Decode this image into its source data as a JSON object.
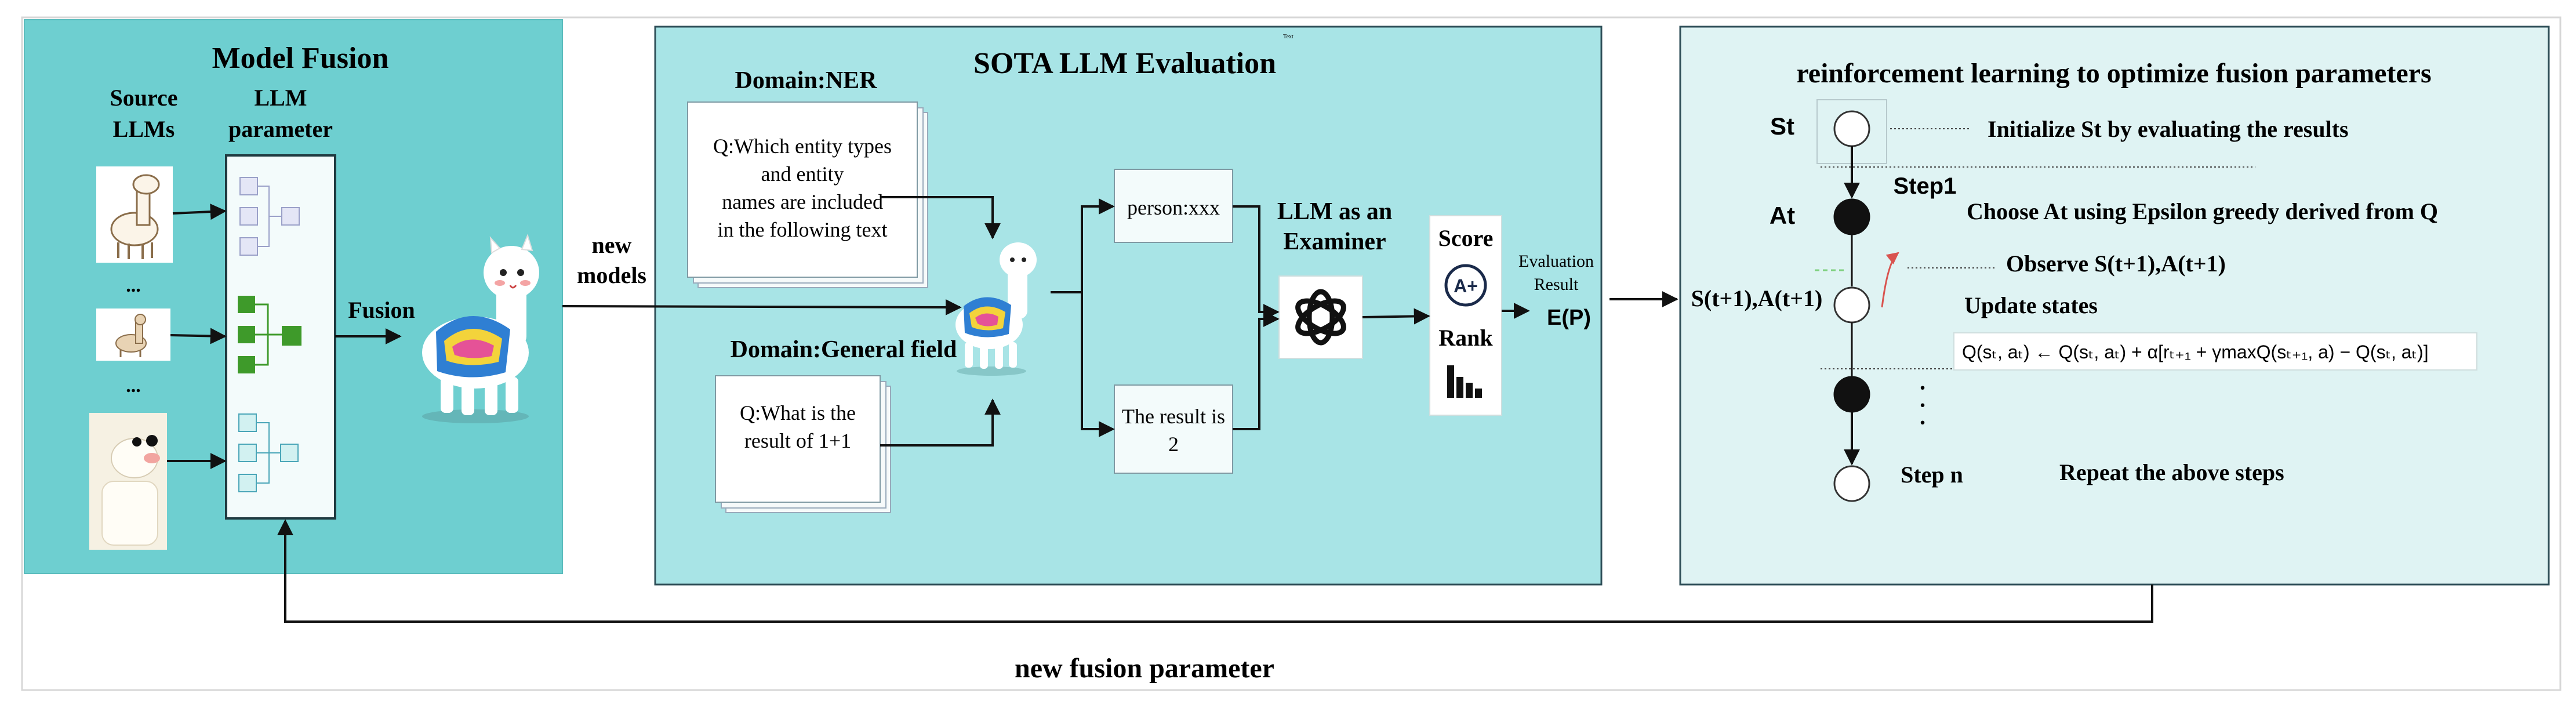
{
  "colors": {
    "panel_fusion": "#6ecfd0",
    "panel_light": "#a8e4e6",
    "panel_border": "#2f4f58",
    "white_box": "#f3fbfb",
    "green_node": "#3e9a2a",
    "lilac_node": "#e4e6f6",
    "cyan_node": "#d2f1f1",
    "arrow": "#111111"
  },
  "fusion": {
    "title": "Model Fusion",
    "source_label_1": "Source",
    "source_label_2": "LLMs",
    "param_label_1": "LLM",
    "param_label_2": "parameter",
    "dots_1": "...",
    "dots_2": "...",
    "fusion_label": "Fusion",
    "new_models_1": "new",
    "new_models_2": "models",
    "icons": [
      "alpaca-sketch-icon",
      "alpaca-small-icon",
      "alpaca-face-icon",
      "alpaca-mascot-icon"
    ]
  },
  "evaluation": {
    "title": "SOTA LLM Evaluation",
    "tiny_note": "Text",
    "domain_ner": "Domain:NER",
    "ner_question": [
      "Q:Which entity types",
      "and entity",
      "names are included",
      "in the following text"
    ],
    "domain_general": "Domain:General field",
    "general_question": [
      "Q:What is the",
      "result of 1+1"
    ],
    "result_1": "person:xxx",
    "result_2": [
      "The result is",
      "2"
    ],
    "examiner_1": "LLM as an",
    "examiner_2": "Examiner",
    "score": "Score",
    "grade": "A+",
    "rank": "Rank",
    "eval_result_1": "Evaluation",
    "eval_result_2": "Result",
    "ep": "E(P)",
    "icons": [
      "openai-logo-icon",
      "grade-badge-icon",
      "bar-chart-icon"
    ]
  },
  "rl": {
    "title": "reinforcement learning to optimize fusion parameters",
    "st": "St",
    "at": "At",
    "step1": "Step1",
    "state_action": "S(t+1),A(t+1)",
    "step_n": "Step n",
    "init": "Initialize St by evaluating the results",
    "choose": "Choose At using Epsilon greedy derived from Q",
    "observe": "Observe S(t+1),A(t+1)",
    "update": "Update states",
    "repeat": "Repeat the above steps",
    "formula": "Q(sₜ, aₜ) ← Q(sₜ, aₜ) + α[rₜ₊₁ + γmaxQ(sₜ₊₁, a) − Q(sₜ, aₜ)]",
    "vdots": "·"
  },
  "footer": {
    "label": "new fusion parameter"
  }
}
